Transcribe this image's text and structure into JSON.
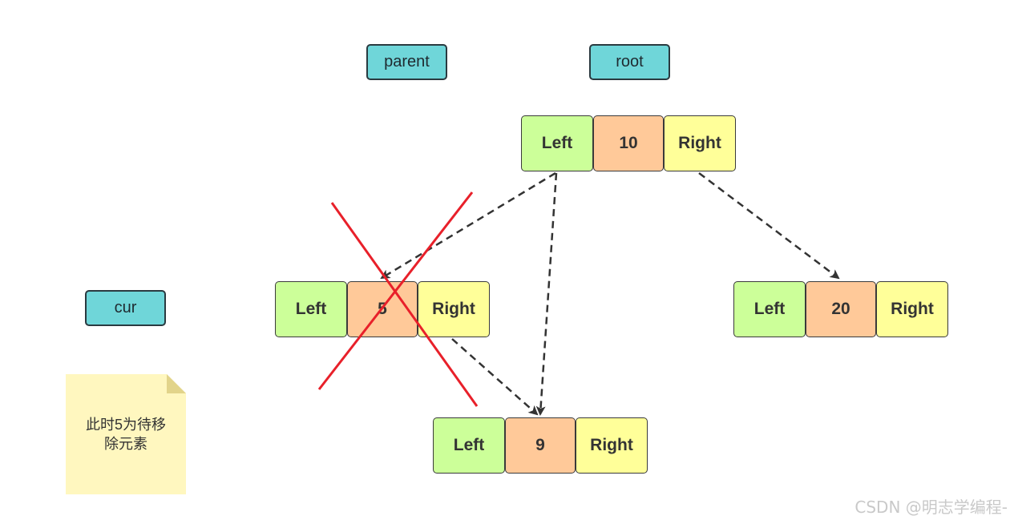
{
  "labels": {
    "parent": "parent",
    "root": "root",
    "cur": "cur"
  },
  "nodes": {
    "node10": {
      "left": "Left",
      "value": "10",
      "right": "Right"
    },
    "node5": {
      "left": "Left",
      "value": "5",
      "right": "Right"
    },
    "node20": {
      "left": "Left",
      "value": "20",
      "right": "Right"
    },
    "node9": {
      "left": "Left",
      "value": "9",
      "right": "Right"
    }
  },
  "note": {
    "text": "此时5为待移\n除元素"
  },
  "watermark": "CSDN @明志学编程-",
  "colors": {
    "label_fill": "#6fd6d9",
    "left_fill": "#ccff99",
    "value_fill": "#ffc999",
    "right_fill": "#ffff99",
    "note_fill": "#fff7bf",
    "cross": "#e8202a",
    "arrow": "#333333"
  }
}
